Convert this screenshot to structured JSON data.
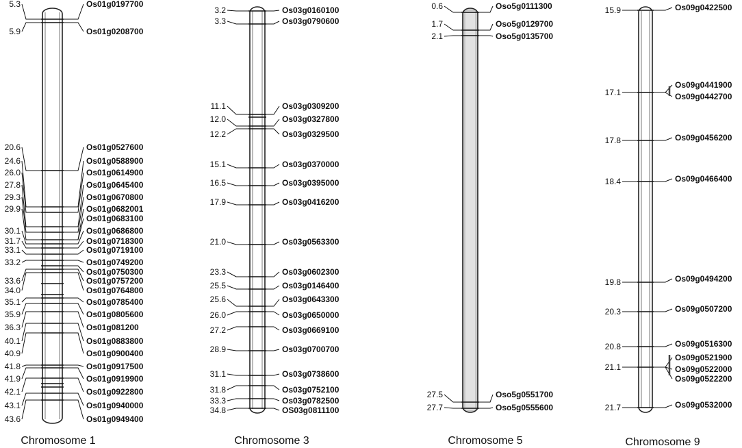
{
  "chromosomes": [
    {
      "title": "Chromosome 1",
      "markers": [
        {
          "pos": "5.3",
          "gene": "Os01g0197700"
        },
        {
          "pos": "5.9",
          "gene": "Os01g0208700"
        },
        {
          "pos": "20.6",
          "gene": "Os01g0527600"
        },
        {
          "pos": "24.6",
          "gene": "Os01g0588900"
        },
        {
          "pos": "26.0",
          "gene": "Os01g0614900"
        },
        {
          "pos": "27.8",
          "gene": "Os01g0645400"
        },
        {
          "pos": "29.3",
          "gene": "Os01g0670800"
        },
        {
          "pos": "29.9",
          "gene": "Os01g0682001"
        },
        {
          "pos": "",
          "gene": "Os01g0683100"
        },
        {
          "pos": "30.1",
          "gene": "Os01g0686800"
        },
        {
          "pos": "31.7",
          "gene": "Os01g0718300"
        },
        {
          "pos": "33.1",
          "gene": "Os01g0719100"
        },
        {
          "pos": "33.2",
          "gene": "Os01g0749200"
        },
        {
          "pos": "",
          "gene": "Os01g0750300"
        },
        {
          "pos": "33.6",
          "gene": "Os01g0757200"
        },
        {
          "pos": "34.0",
          "gene": "Os01g0764800"
        },
        {
          "pos": "35.1",
          "gene": "Os01g0785400"
        },
        {
          "pos": "35.9",
          "gene": "Os01g0805600"
        },
        {
          "pos": "36.3",
          "gene": "Os01g081200"
        },
        {
          "pos": "40.1",
          "gene": "Os01g0883800"
        },
        {
          "pos": "40.9",
          "gene": "Os01g0900400"
        },
        {
          "pos": "41.8",
          "gene": "Os01g0917500"
        },
        {
          "pos": "41.9",
          "gene": "Os01g0919900"
        },
        {
          "pos": "42.1",
          "gene": "Os01g0922800"
        },
        {
          "pos": "43.1",
          "gene": "Os01g0940000"
        },
        {
          "pos": "43.6",
          "gene": "Os01g0949400"
        }
      ]
    },
    {
      "title": "Chromosome 3",
      "markers": [
        {
          "pos": "3.2",
          "gene": "Os03g0160100"
        },
        {
          "pos": "3.3",
          "gene": "Os03g0790600"
        },
        {
          "pos": "11.1",
          "gene": "Os03g0309200"
        },
        {
          "pos": "12.0",
          "gene": "Os03g0327800"
        },
        {
          "pos": "12.2",
          "gene": "Os03g0329500"
        },
        {
          "pos": "15.1",
          "gene": "Os03g0370000"
        },
        {
          "pos": "16.5",
          "gene": "Os03g0395000"
        },
        {
          "pos": "17.9",
          "gene": "Os03g0416200"
        },
        {
          "pos": "21.0",
          "gene": "Os03g0563300"
        },
        {
          "pos": "23.3",
          "gene": "Os03g0602300"
        },
        {
          "pos": "25.5",
          "gene": "Os03g0146400"
        },
        {
          "pos": "25.6",
          "gene": "Os03g0643300"
        },
        {
          "pos": "26.0",
          "gene": "Os03g0650000"
        },
        {
          "pos": "27.2",
          "gene": "Os03g0669100"
        },
        {
          "pos": "28.9",
          "gene": "Os03g0700700"
        },
        {
          "pos": "31.1",
          "gene": "Os03g0738600"
        },
        {
          "pos": "31.8",
          "gene": "Os03g0752100"
        },
        {
          "pos": "33.3",
          "gene": "Os03g0782500"
        },
        {
          "pos": "34.8",
          "gene": "OS03g0811100"
        }
      ]
    },
    {
      "title": "Chromosome 5",
      "markers": [
        {
          "pos": "0.6",
          "gene": "Oso5g0111300"
        },
        {
          "pos": "1.7",
          "gene": "Oso5g0129700"
        },
        {
          "pos": "2.1",
          "gene": "Oso5g0135700"
        },
        {
          "pos": "27.5",
          "gene": "Oso5g0551700"
        },
        {
          "pos": "27.7",
          "gene": "Oso5g0555600"
        }
      ]
    },
    {
      "title": "Chromosome 9",
      "markers": [
        {
          "pos": "15.9",
          "gene": "Os09g0422500"
        },
        {
          "pos": "17.1",
          "gene": "Os09g0441900"
        },
        {
          "pos": "",
          "gene": "Os09g0442700"
        },
        {
          "pos": "17.8",
          "gene": "Os09g0456200"
        },
        {
          "pos": "18.4",
          "gene": "Os09g0466400"
        },
        {
          "pos": "19.8",
          "gene": "Os09g0494200"
        },
        {
          "pos": "20.3",
          "gene": "Os09g0507200"
        },
        {
          "pos": "20.8",
          "gene": "Os09g0516300"
        },
        {
          "pos": "21.1",
          "gene": "Os09g0521900"
        },
        {
          "pos": "",
          "gene": "Os09g0522000"
        },
        {
          "pos": "",
          "gene": "Os09g0522200"
        },
        {
          "pos": "21.7",
          "gene": "Os09g0532000"
        }
      ]
    }
  ]
}
